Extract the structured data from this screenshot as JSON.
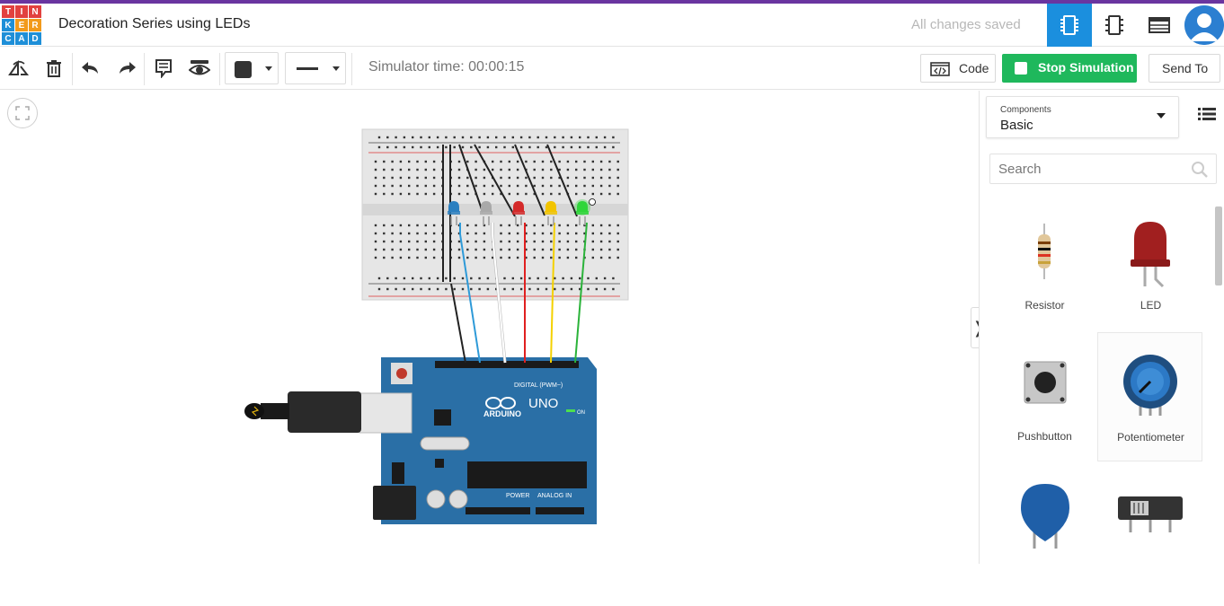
{
  "header": {
    "logo_letters": [
      "T",
      "I",
      "N",
      "K",
      "E",
      "R",
      "C",
      "A",
      "D"
    ],
    "logo_colors": [
      "#e2413f",
      "#e2413f",
      "#e2413f",
      "#1e8fd8",
      "#f29a1b",
      "#f29a1b",
      "#1e8fd8",
      "#1e8fd8",
      "#1e8fd8"
    ],
    "title": "Decoration Series using LEDs",
    "saved_status": "All changes saved",
    "views": [
      "circuit-view-icon",
      "schematic-view-icon",
      "component-list-icon"
    ],
    "accent": "#1b8fde"
  },
  "toolbar": {
    "simulator_time": "Simulator time: 00:00:15",
    "code_label": "Code",
    "stop_label": "Stop Simulation",
    "send_label": "Send To",
    "stop_color": "#1fb85c"
  },
  "circuit": {
    "board_label": "UNO",
    "brand_label": "ARDUINO",
    "digital_label": "DIGITAL (PWM~)",
    "power_label": "POWER",
    "analog_label": "ANALOG IN",
    "on_label": "ON",
    "leds": [
      "blue",
      "white",
      "red",
      "yellow",
      "green"
    ],
    "led_colors": [
      "#2a7fc0",
      "#a9a9a9",
      "#d42a2a",
      "#f2c400",
      "#2fd63a"
    ],
    "wire_colors": [
      "#2e9ad8",
      "#ffffff",
      "#e02020",
      "#f4d100",
      "#2bb33a"
    ]
  },
  "panel": {
    "components_caption": "Components",
    "components_value": "Basic",
    "search_placeholder": "Search",
    "items": [
      {
        "label": "Resistor"
      },
      {
        "label": "LED"
      },
      {
        "label": "Pushbutton"
      },
      {
        "label": "Potentiometer"
      }
    ]
  }
}
